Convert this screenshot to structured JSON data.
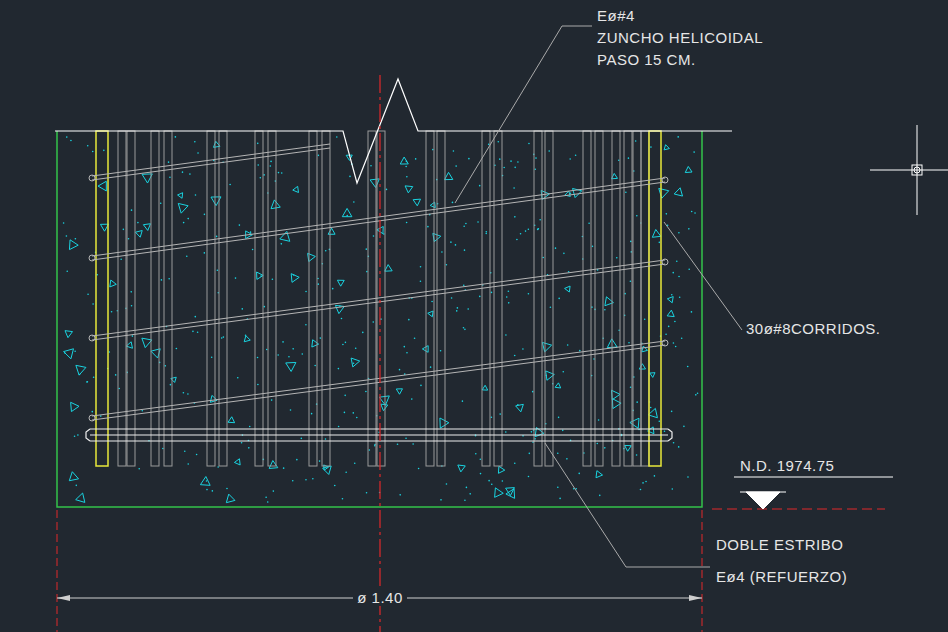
{
  "diagram": {
    "labels": [
      "Eø#4",
      "ZUNCHO HELICOIDAL",
      "PASO 15 CM.",
      "30ø#8CORRIDOS.",
      "N.D. 1974.75",
      "DOBLE ESTRIBO",
      "Eø4 (REFUERZO)",
      "ø 1.40"
    ]
  }
}
